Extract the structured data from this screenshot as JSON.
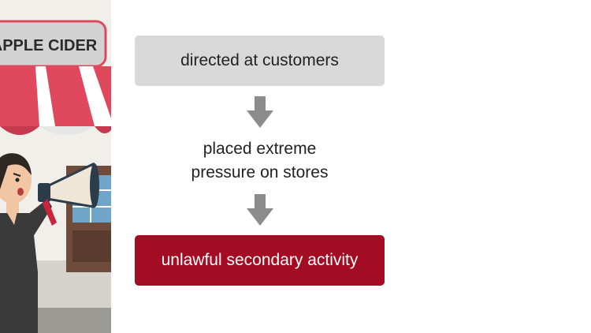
{
  "illustration": {
    "sign_text": "APPLE CIDER",
    "icons": [
      "store-awning-icon",
      "megaphone-icon",
      "protester-icon",
      "window-icon"
    ]
  },
  "flow": {
    "step1": "directed at customers",
    "step2_line1": "placed extreme",
    "step2_line2": "pressure on stores",
    "step3": "unlawful secondary activity",
    "arrow_icon": "arrow-down-icon"
  },
  "colors": {
    "top_box": "#d9d9d9",
    "bottom_box": "#a30c22",
    "arrow": "#8c8c8c",
    "awning_red": "#e0485e",
    "sign_bg": "#d3d3d3"
  }
}
